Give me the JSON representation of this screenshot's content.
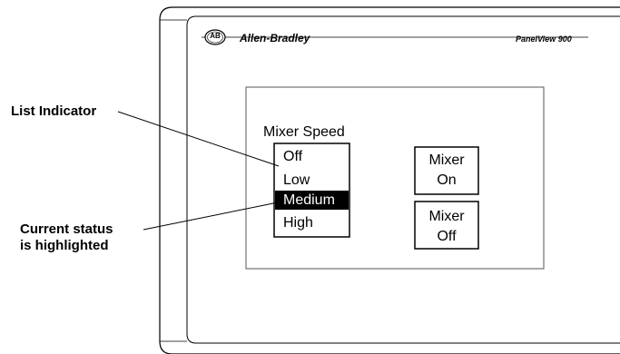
{
  "callouts": {
    "list_indicator": "List Indicator",
    "current_status_line1": "Current status",
    "current_status_line2": "is highlighted"
  },
  "terminal": {
    "logo_text": "AB",
    "brand": "Allen-Bradley",
    "model": "PanelView  900"
  },
  "screen": {
    "list_title": "Mixer Speed",
    "list_items": [
      "Off",
      "Low",
      "Medium",
      "High"
    ],
    "highlighted_item": "Medium",
    "buttons": [
      {
        "line1": "Mixer",
        "line2": "On"
      },
      {
        "line1": "Mixer",
        "line2": "Off"
      }
    ]
  },
  "colors": {
    "highlight_bg": "#000000",
    "highlight_text": "#ffffff",
    "frame": "#000000"
  }
}
